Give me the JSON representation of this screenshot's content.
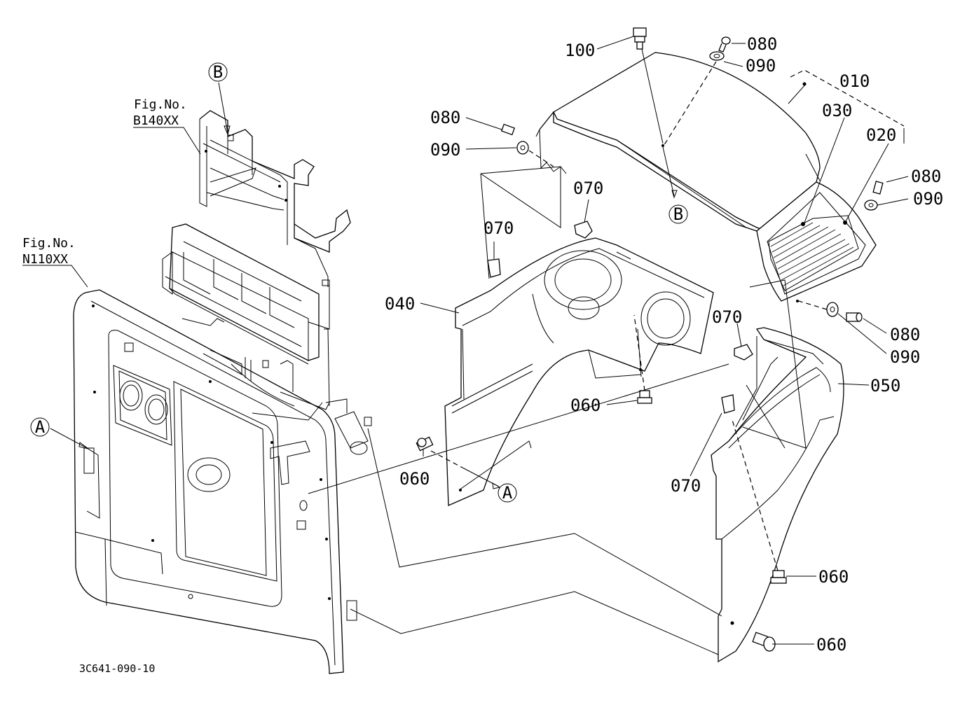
{
  "diagram": {
    "part_numbers": {
      "p010": "010",
      "p020": "020",
      "p030": "030",
      "p040": "040",
      "p050": "050",
      "p060": "060",
      "p070": "070",
      "p080": "080",
      "p090": "090",
      "p100": "100"
    },
    "reference_markers": {
      "a": "A",
      "b": "B"
    },
    "figure_refs": {
      "fig_label": "Fig.No.",
      "b140": "B140XX",
      "n110": "N110XX"
    },
    "drawing_code": "3C641-090-10"
  }
}
